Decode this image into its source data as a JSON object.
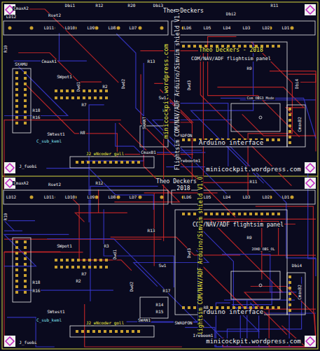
{
  "diagram": {
    "title": "Flightsim COM/NAV/ADF Arduino/Simvim shield V1.0",
    "labels": [
      "LD12",
      "CmaxA2",
      "Rset2",
      "Dbi1",
      "R12",
      "R20",
      "Dbi3",
      "Theo Deckers",
      "Dbi2",
      "R11",
      "LD11",
      "LD10",
      "LD9",
      "LD8",
      "LD7",
      "LD6",
      "LD5",
      "LD4",
      "LD3",
      "LD2",
      "LD1",
      "R10",
      "Theo Deckers - 2018",
      "COM/NAV/ADF flightsim panel",
      "SXAMU",
      "CmaxA1",
      "SWpot1",
      "Dwd1",
      "R2",
      "Dwd2",
      "R9",
      "Com_OBS3_Mode",
      "Dbi4",
      "R18",
      "R16",
      "R7",
      "R13",
      "R17",
      "Dwd3",
      "SWtest1",
      "R8",
      "SWANT",
      "SWADFON",
      "CmaxB1",
      "C_sub_keml",
      "J_fuobi",
      "J2_eNcoder_gall",
      "Arduino interface",
      "minicockpit.wordpress.com",
      "minicockpit.wordpress.com",
      "Sw1",
      "Irebootm1",
      "CmaxB2",
      "Theo Deckers",
      "2018",
      "R12",
      "R11",
      "CmaxA2",
      "Rset2",
      "LD12",
      "LD11",
      "LD10",
      "LD9",
      "LD8",
      "LD7",
      "LD6",
      "LD5",
      "LD4",
      "LD3",
      "LD2",
      "LD1",
      "R10",
      "COM/NAV/ADF flightsim panel",
      "R9",
      "2OHD_OBS_OL",
      "Dbi4",
      "R18",
      "R16",
      "SWpot1",
      "R3",
      "Dwd1",
      "R13",
      "R2",
      "R7",
      "Dwd2",
      "Dwd3",
      "SWtest1",
      "C_sub_keml",
      "J_fuobi",
      "J2_eNcoder_goll",
      "SWAN1",
      "R14",
      "R15",
      "R17",
      "SWADFON",
      "R8",
      "Arduino interface",
      "minicockpit.wordpress.com",
      "Flightsim COM/NAV/ADF Arduino/Simvim shield V1.0",
      "Ireboom1",
      "CmaxB2",
      "Sw1"
    ]
  }
}
